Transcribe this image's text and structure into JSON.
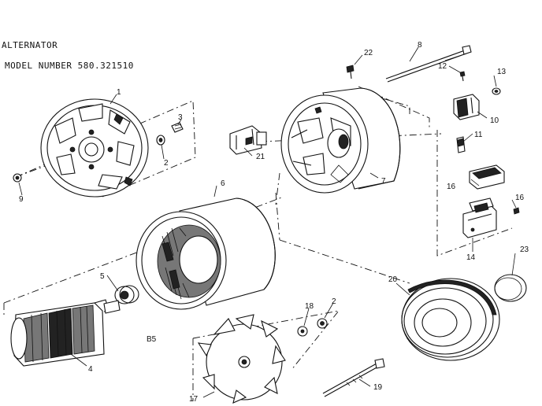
{
  "header": {
    "title": "ALTERNATOR",
    "model_line": "MODEL NUMBER  580.321510"
  },
  "diagram_code": "B5",
  "parts": [
    {
      "num": "1"
    },
    {
      "num": "2"
    },
    {
      "num": "3"
    },
    {
      "num": "4"
    },
    {
      "num": "5"
    },
    {
      "num": "6"
    },
    {
      "num": "7"
    },
    {
      "num": "8"
    },
    {
      "num": "9"
    },
    {
      "num": "10"
    },
    {
      "num": "11"
    },
    {
      "num": "12"
    },
    {
      "num": "13"
    },
    {
      "num": "14"
    },
    {
      "num": "16"
    },
    {
      "num": "16"
    },
    {
      "num": "17"
    },
    {
      "num": "18"
    },
    {
      "num": "2"
    },
    {
      "num": "19"
    },
    {
      "num": "20"
    },
    {
      "num": "21"
    },
    {
      "num": "22"
    },
    {
      "num": "23"
    }
  ]
}
